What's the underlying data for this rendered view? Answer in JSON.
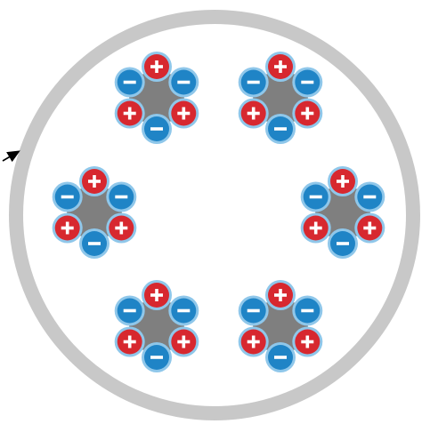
{
  "diagram": {
    "container": {
      "ring_color": "#c8c8c8",
      "fill_color": "#ffffff"
    },
    "arrow": {
      "color": "#000000"
    },
    "cluster_core_color": "#7f7f7f",
    "cluster_count": 6,
    "clusters": [
      {
        "id": "cluster-top-left",
        "charges": [
          "positive",
          "negative",
          "positive",
          "negative",
          "positive",
          "negative"
        ]
      },
      {
        "id": "cluster-top-right",
        "charges": [
          "positive",
          "negative",
          "positive",
          "negative",
          "positive",
          "negative"
        ]
      },
      {
        "id": "cluster-middle-left",
        "charges": [
          "positive",
          "negative",
          "positive",
          "negative",
          "positive",
          "negative"
        ]
      },
      {
        "id": "cluster-middle-right",
        "charges": [
          "positive",
          "negative",
          "positive",
          "negative",
          "positive",
          "negative"
        ]
      },
      {
        "id": "cluster-bottom-left",
        "charges": [
          "positive",
          "negative",
          "positive",
          "negative",
          "positive",
          "negative"
        ]
      },
      {
        "id": "cluster-bottom-right",
        "charges": [
          "positive",
          "negative",
          "positive",
          "negative",
          "positive",
          "negative"
        ]
      }
    ],
    "charge_styles": {
      "positive": {
        "fill": "#d7282f",
        "ring": "#8fc7ea",
        "symbol": "plus"
      },
      "negative": {
        "fill": "#1f84c6",
        "ring": "#8fc7ea",
        "symbol": "minus"
      }
    }
  }
}
